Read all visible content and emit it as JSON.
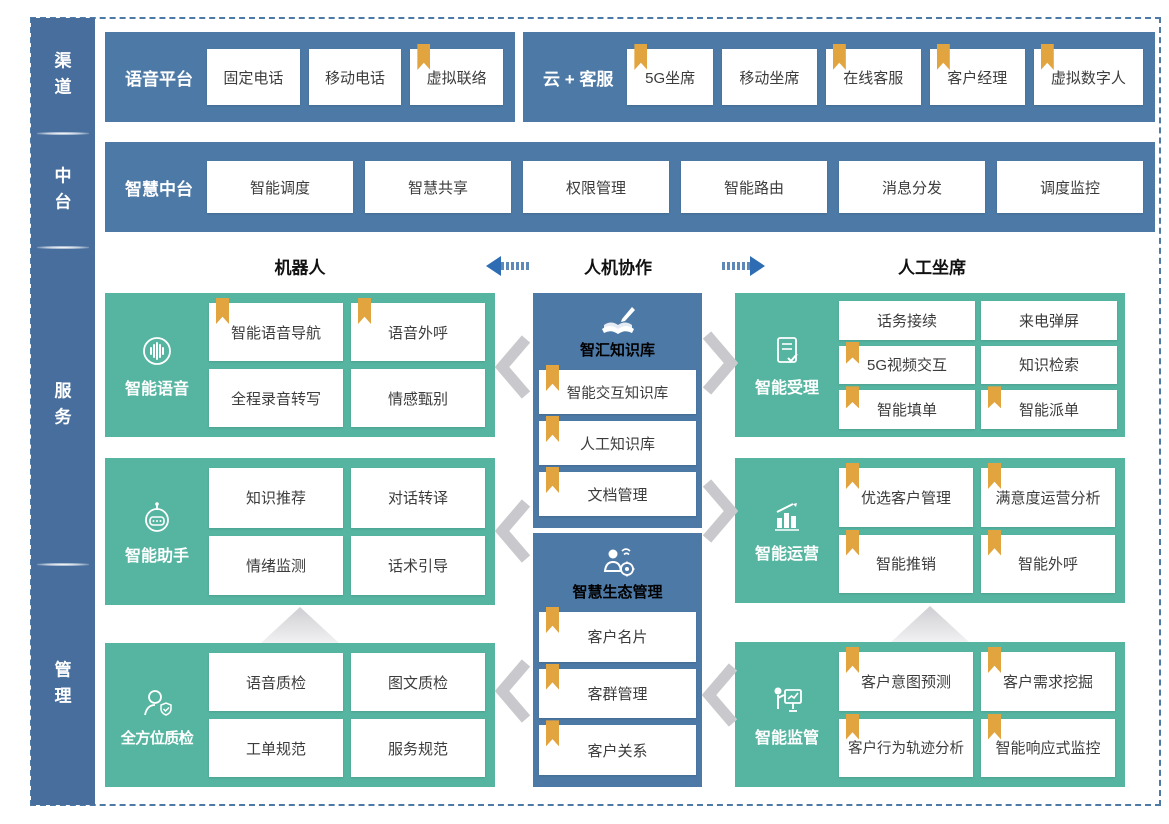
{
  "colors": {
    "blue": "#4d79a6",
    "teal": "#55b5a1",
    "bookmark_orange": "#e2a43e",
    "arrow_blue": "#2e6cb3",
    "connector_gray": "#c9c9cd"
  },
  "sidebar": {
    "sections": [
      {
        "label": "渠道"
      },
      {
        "label": "中台"
      },
      {
        "label": "服务"
      },
      {
        "label": "管理"
      }
    ]
  },
  "channel_row": {
    "panels": [
      {
        "label": "语音平台",
        "items": [
          {
            "text": "固定电话",
            "bookmark": false
          },
          {
            "text": "移动电话",
            "bookmark": false
          },
          {
            "text": "虚拟联络",
            "bookmark": true
          }
        ]
      },
      {
        "label": "云 + 客服",
        "items": [
          {
            "text": "5G坐席",
            "bookmark": true
          },
          {
            "text": "移动坐席",
            "bookmark": false
          },
          {
            "text": "在线客服",
            "bookmark": true
          },
          {
            "text": "客户经理",
            "bookmark": true
          },
          {
            "text": "虚拟数字人",
            "bookmark": true
          }
        ]
      }
    ]
  },
  "midplatform_row": {
    "label": "智慧中台",
    "items": [
      {
        "text": "智能调度"
      },
      {
        "text": "智慧共享"
      },
      {
        "text": "权限管理"
      },
      {
        "text": "智能路由"
      },
      {
        "text": "消息分发"
      },
      {
        "text": "调度监控"
      }
    ]
  },
  "collab_header": {
    "left": "机器人",
    "center": "人机协作",
    "right": "人工坐席"
  },
  "left_column": [
    {
      "title": "智能语音",
      "icon": "voice-icon",
      "items": [
        {
          "text": "智能语音导航",
          "bookmark": true
        },
        {
          "text": "语音外呼",
          "bookmark": true
        },
        {
          "text": "全程录音转写",
          "bookmark": false
        },
        {
          "text": "情感甄别",
          "bookmark": false
        }
      ]
    },
    {
      "title": "智能助手",
      "icon": "robot-icon",
      "items": [
        {
          "text": "知识推荐",
          "bookmark": false
        },
        {
          "text": "对话转译",
          "bookmark": false
        },
        {
          "text": "情绪监测",
          "bookmark": false
        },
        {
          "text": "话术引导",
          "bookmark": false
        }
      ]
    },
    {
      "title": "全方位质检",
      "icon": "quality-inspector-icon",
      "items": [
        {
          "text": "语音质检",
          "bookmark": false
        },
        {
          "text": "图文质检",
          "bookmark": false
        },
        {
          "text": "工单规范",
          "bookmark": false
        },
        {
          "text": "服务规范",
          "bookmark": false
        }
      ]
    }
  ],
  "center_column": [
    {
      "title": "智汇知识库",
      "icon": "book-pen-icon",
      "items": [
        {
          "text": "智能交互知识库",
          "bookmark": true
        },
        {
          "text": "人工知识库",
          "bookmark": true
        },
        {
          "text": "文档管理",
          "bookmark": true
        }
      ]
    },
    {
      "title": "智慧生态管理",
      "icon": "ecosystem-icon",
      "items": [
        {
          "text": "客户名片",
          "bookmark": true
        },
        {
          "text": "客群管理",
          "bookmark": true
        },
        {
          "text": "客户关系",
          "bookmark": true
        }
      ]
    }
  ],
  "right_column": [
    {
      "title": "智能受理",
      "icon": "form-check-icon",
      "items": [
        {
          "text": "话务接续",
          "bookmark": false
        },
        {
          "text": "来电弹屏",
          "bookmark": false
        },
        {
          "text": "5G视频交互",
          "bookmark": true
        },
        {
          "text": "知识检索",
          "bookmark": false
        },
        {
          "text": "智能填单",
          "bookmark": true
        },
        {
          "text": "智能派单",
          "bookmark": true
        }
      ]
    },
    {
      "title": "智能运营",
      "icon": "chart-growth-icon",
      "items": [
        {
          "text": "优选客户管理",
          "bookmark": true
        },
        {
          "text": "满意度运营分析",
          "bookmark": true
        },
        {
          "text": "智能推销",
          "bookmark": true
        },
        {
          "text": "智能外呼",
          "bookmark": true
        }
      ]
    },
    {
      "title": "智能监管",
      "icon": "presenter-board-icon",
      "items": [
        {
          "text": "客户意图预测",
          "bookmark": true
        },
        {
          "text": "客户需求挖掘",
          "bookmark": true
        },
        {
          "text": "客户行为轨迹分析",
          "bookmark": true
        },
        {
          "text": "智能响应式监控",
          "bookmark": true
        }
      ]
    }
  ]
}
